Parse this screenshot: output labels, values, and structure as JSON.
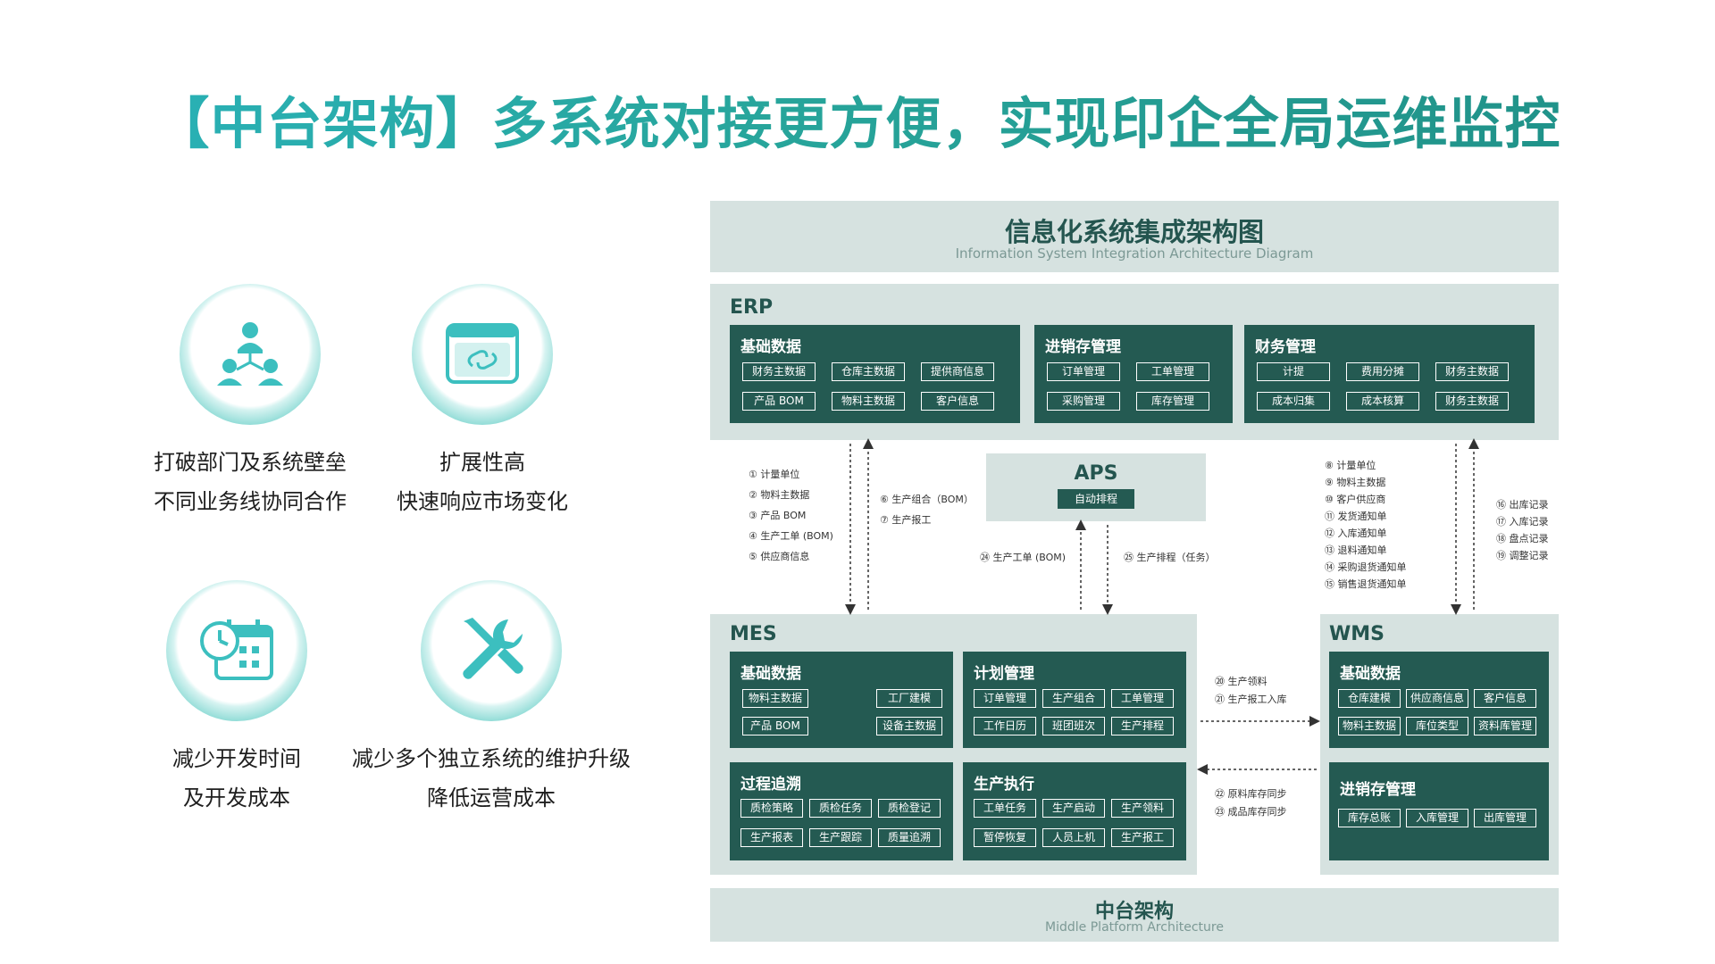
{
  "title": "【中台架构】多系统对接更方便，实现印企全局运维监控",
  "features": [
    {
      "icon": "team-hierarchy-icon",
      "line1": "打破部门及系统壁垒",
      "line2": "不同业务线协同合作"
    },
    {
      "icon": "browser-link-icon",
      "line1": "扩展性高",
      "line2": "快速响应市场变化"
    },
    {
      "icon": "clock-calendar-icon",
      "line1": "减少开发时间",
      "line2": "及开发成本"
    },
    {
      "icon": "wrench-screwdriver-icon",
      "line1": "减少多个独立系统的维护升级",
      "line2": "降低运营成本"
    }
  ],
  "diagram": {
    "title_cn": "信息化系统集成架构图",
    "title_en": "Information System Integration Architecture Diagram",
    "erp": {
      "label": "ERP",
      "groups": [
        {
          "title": "基础数据",
          "items": [
            "财务主数据",
            "仓库主数据",
            "提供商信息",
            "产品 BOM",
            "物料主数据",
            "客户信息"
          ]
        },
        {
          "title": "进销存管理",
          "items": [
            "订单管理",
            "工单管理",
            "采购管理",
            "库存管理"
          ]
        },
        {
          "title": "财务管理",
          "items": [
            "计提",
            "费用分摊",
            "财务主数据",
            "成本归集",
            "成本核算",
            "财务主数据"
          ]
        }
      ]
    },
    "aps": {
      "label": "APS",
      "button": "自动排程"
    },
    "erp_mes_flows_down": [
      "① 计量单位",
      "② 物料主数据",
      "③ 产品 BOM",
      "④ 生产工单 (BOM)",
      "⑤ 供应商信息"
    ],
    "erp_mes_flows_up": [
      "⑥ 生产组合（BOM）",
      "⑦ 生产报工"
    ],
    "aps_flows_up": "㉔ 生产工单 (BOM)",
    "aps_flows_down": "㉕ 生产排程（任务）",
    "erp_wms_flows_down": [
      "⑧ 计量单位",
      "⑨ 物料主数据",
      "⑩ 客户供应商",
      "⑪ 发货通知单",
      "⑫ 入库通知单",
      "⑬ 退料通知单",
      "⑭ 采购退货通知单",
      "⑮ 销售退货通知单"
    ],
    "erp_wms_flows_up": [
      "⑯ 出库记录",
      "⑰ 入库记录",
      "⑱ 盘点记录",
      "⑲ 调整记录"
    ],
    "mes": {
      "label": "MES",
      "groups": [
        {
          "title": "基础数据",
          "items": [
            "物料主数据",
            "工厂建模",
            "产品 BOM",
            "设备主数据"
          ]
        },
        {
          "title": "计划管理",
          "items": [
            "订单管理",
            "生产组合",
            "工单管理",
            "工作日历",
            "班团班次",
            "生产排程"
          ]
        },
        {
          "title": "过程追溯",
          "items": [
            "质检策略",
            "质检任务",
            "质检登记",
            "生产报表",
            "生产跟踪",
            "质量追溯"
          ]
        },
        {
          "title": "生产执行",
          "items": [
            "工单任务",
            "生产启动",
            "生产领料",
            "暂停恢复",
            "人员上机",
            "生产报工"
          ]
        }
      ]
    },
    "mes_wms_flows_right": [
      "⑳ 生产领料",
      "㉑ 生产报工入库"
    ],
    "mes_wms_flows_left": [
      "㉒ 原料库存同步",
      "㉓ 成品库存同步"
    ],
    "wms": {
      "label": "WMS",
      "groups": [
        {
          "title": "基础数据",
          "items": [
            "仓库建模",
            "供应商信息",
            "客户信息",
            "物料主数据",
            "库位类型",
            "资料库管理"
          ]
        },
        {
          "title": "进销存管理",
          "items": [
            "库存总账",
            "入库管理",
            "出库管理"
          ]
        }
      ]
    },
    "footer_cn": "中台架构",
    "footer_en": "Middle Platform Architecture"
  }
}
